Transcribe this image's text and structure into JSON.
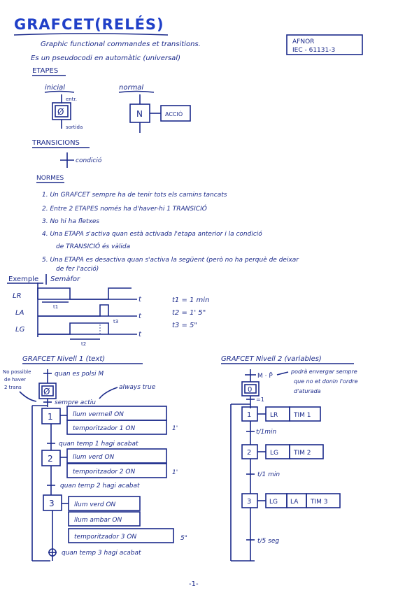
{
  "title": "GRAFCET(RELÉS)",
  "intro": {
    "line1": "Graphic functional commandes et transitions.",
    "line2": "Es un pseudocodi en automàtic (universal)",
    "norm1": "AFNOR",
    "norm2": "IEC - 61131-3"
  },
  "etapes": {
    "heading": "ETAPES",
    "inicial": "inicial",
    "normal": "normal",
    "step_zero": "Ø",
    "step_n": "N",
    "entr": "entr.",
    "sortida": "sortida",
    "accio": "ACCIÓ"
  },
  "transicions": {
    "heading": "TRANSICIONS",
    "condicio": "condició"
  },
  "normes": {
    "heading": "NORMES",
    "items": [
      "1. Un GRAFCET sempre ha de tenir tots els camins tancats",
      "2. Entre 2 ETAPES només ha d'haver-hi 1 TRANSICIÓ",
      "3. No hi ha fletxes",
      "4. Una ETAPA s'activa quan està activada l'etapa anterior i la condició",
      "de TRANSICIÓ és vàlida",
      "5. Una ETAPA es desactiva quan s'activa la següent (però no ha perquè de deixar",
      "de fer l'acció)"
    ]
  },
  "exemple": {
    "heading": "Exemple",
    "semafor": "Semàfor",
    "signals": [
      "LR",
      "LA",
      "LG"
    ],
    "t_label": "t",
    "t1_mark": "t1",
    "t2_mark": "t2",
    "t3_mark": "t3",
    "times": [
      "t1 = 1 min",
      "t2 = 1' 5\"",
      "t3 = 5\""
    ]
  },
  "nivell1": {
    "heading": "GRAFCET Nivell 1 (text)",
    "note_left": [
      "No possible",
      "de haver",
      "2 trans"
    ],
    "start_cond": "quan es polsi M",
    "always_note": "always true",
    "sempre": "sempre actiu",
    "steps": [
      {
        "num": "1",
        "actions": [
          "llum vermell ON",
          "temporitzador 1 ON"
        ],
        "time": "1'",
        "trans": "quan temp 1 hagi acabat"
      },
      {
        "num": "2",
        "actions": [
          "llum verd ON",
          "temporitzador 2 ON"
        ],
        "time": "1'",
        "trans": "quan temp 2 hagi acabat"
      },
      {
        "num": "3",
        "actions": [
          "llum verd ON",
          "llum ambar ON",
          "temporitzador 3 ON"
        ],
        "time": "5\"",
        "trans": "quan temp 3 hagi acabat"
      }
    ]
  },
  "nivell2": {
    "heading": "GRAFCET Nivell 2 (variables)",
    "start_cond": "M · P̄",
    "note": [
      "podrà envergar sempre",
      "que no et donin l'ordre",
      "d'aturada"
    ],
    "init_step": "0",
    "eq1": "=1",
    "steps": [
      {
        "num": "1",
        "actions": [
          "LR",
          "TIM 1"
        ],
        "trans": "t/1min"
      },
      {
        "num": "2",
        "actions": [
          "LG",
          "TIM 2"
        ],
        "trans": "t/1 min"
      },
      {
        "num": "3",
        "actions": [
          "LG",
          "LA",
          "TIM 3"
        ],
        "trans": "t/5 seg"
      }
    ]
  },
  "page_number": "-1-"
}
